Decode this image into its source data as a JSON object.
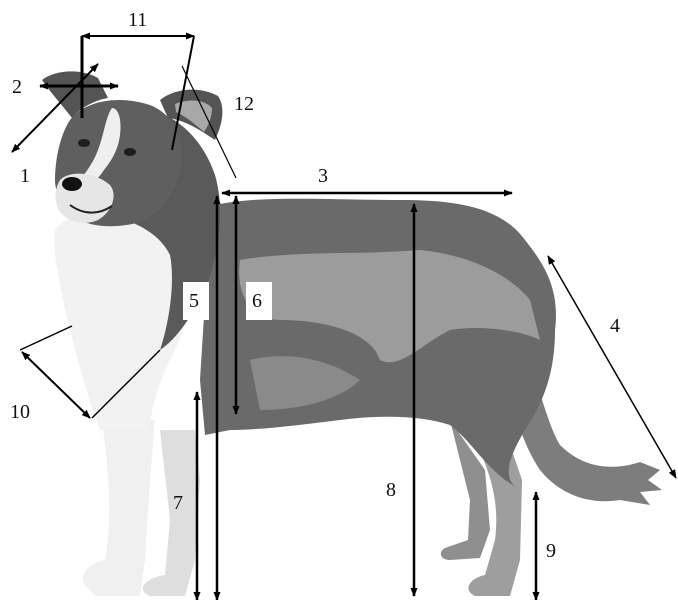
{
  "measurements": [
    {
      "id": "1",
      "label": "1"
    },
    {
      "id": "2",
      "label": "2"
    },
    {
      "id": "3",
      "label": "3"
    },
    {
      "id": "4",
      "label": "4"
    },
    {
      "id": "5",
      "label": "5"
    },
    {
      "id": "6",
      "label": "6"
    },
    {
      "id": "7",
      "label": "7"
    },
    {
      "id": "8",
      "label": "8"
    },
    {
      "id": "9",
      "label": "9"
    },
    {
      "id": "10",
      "label": "10"
    },
    {
      "id": "11",
      "label": "11"
    },
    {
      "id": "12",
      "label": "12"
    }
  ],
  "colors": {
    "coat_dark": "#565656",
    "coat_mid": "#7d7d7d",
    "coat_light": "#a3a3a3",
    "coat_white": "#f2f2f2",
    "line": "#000000"
  },
  "icons": [
    "dog-illustration"
  ]
}
